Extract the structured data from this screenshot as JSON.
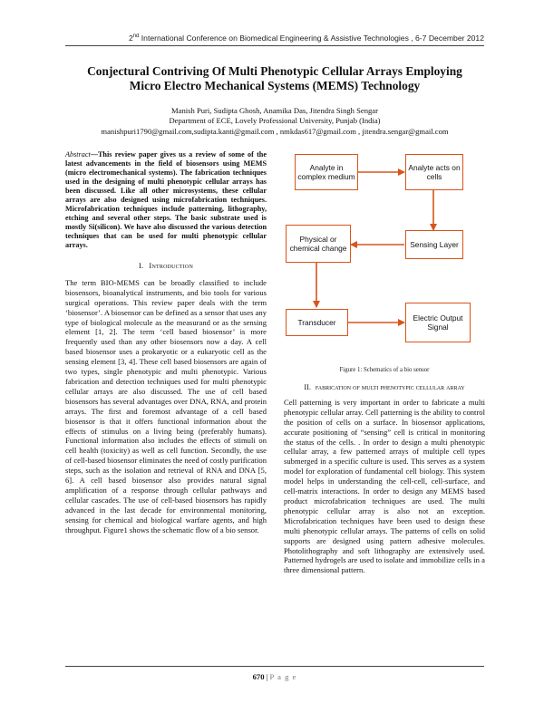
{
  "header": {
    "ordinal": "2",
    "ordinal_suffix": "nd",
    "text": " International Conference on Biomedical Engineering & Assistive Technologies , 6-7 December 2012"
  },
  "title": {
    "line1": "Conjectural Contriving Of Multi Phenotypic Cellular Arrays Employing",
    "line2": "Micro Electro Mechanical Systems (MEMS) Technology"
  },
  "authors": "Manish Puri, Sudipta Ghosh, Anamika Das, Jitendra Singh Sengar",
  "affiliation": "Department of ECE, Lovely Professional University, Punjab (India)",
  "emails": "manishpuri1790@gmail.com,sudipta.kanti@gmail.com , nmkdas617@gmail.com , jitendra.sengar@gmail.com",
  "abstract": {
    "lead": "Abstract",
    "text": "—This review paper gives us a review of some of the latest advancements in the field of biosensors using MEMS (micro electromechanical systems). The fabrication techniques used in the designing of multi phenotypic cellular arrays has been discussed. Like all other microsystems, these cellular arrays are also designed using microfabrication techniques. Microfabrication techniques include patterning, lithography, etching and several other steps. The basic substrate used is mostly Si(silicon). We have also discussed the various detection techniques that can be used for multi phenotypic cellular arrays."
  },
  "section1": {
    "num": "I.",
    "title": "Introduction",
    "text": "The term BIO-MEMS can be broadly classified to include biosensors, bioanalytical instruments, and bio tools for various surgical operations. This review paper deals with the term ‘biosensor’. A biosensor can be defined as a sensor that uses any type of biological molecule as the measurand or as the sensing element [1, 2]. The term ‘cell based biosensor’ is more frequently used than any other biosensors now a day. A cell based biosensor uses a prokaryotic or a eukaryotic cell as the sensing element [3, 4]. These cell based biosensors are again of two types, single phenotypic and multi phenotypic. Various fabrication and detection techniques used for multi phenotypic cellular arrays are also discussed. The use of cell based biosensors has several advantages over DNA, RNA, and protein arrays. The first and foremost advantage of a cell based biosensor is that it offers functional information about the effects of stimulus on a living being (preferably humans). Functional information also includes the effects of stimuli on cell health (toxicity) as well as cell function. Secondly, the use of cell-based biosensor eliminates the need of costly purification steps, such as the isolation and retrieval of RNA and DNA [5, 6]. A cell based biosensor also provides natural signal amplification of a response through cellular pathways and cellular cascades. The use of cell-based biosensors has rapidly advanced in the last decade for environmental monitoring, sensing for chemical and biological warfare agents, and high throughput. Figure1 shows the schematic flow of a bio sensor."
  },
  "figure": {
    "boxes": {
      "analyte_complex": "Analyte in complex medium",
      "analyte_acts": "Analyte acts on cells",
      "physical_change": "Physical or chemical change",
      "sensing_layer": "Sensing Layer",
      "transducer": "Transducer",
      "electric_output": "Electric Output Signal"
    },
    "caption": "Figure 1: Schematics of a bio sensor",
    "accent_color": "#d9541b"
  },
  "section2": {
    "num": "II.",
    "title": "Fabrication of multi phenotypic cellular array",
    "text": "Cell patterning is very important in order to fabricate a multi phenotypic cellular array. Cell patterning is the ability to control the position of cells on a surface. In biosensor applications, accurate positioning of “sensing” cell is critical in monitoring the status of the cells. . In order to design a multi phenotypic cellular array, a few patterned arrays of multiple cell types submerged in a specific culture is used. This serves as a system model for exploration of fundamental cell biology. This system model helps in understanding the cell-cell, cell-surface, and cell-matrix interactions. In order to design any MEMS based product microfabrication techniques are used. The multi phenotypic cellular array is also not an exception. Microfabrication techniques have been used to design these multi phenotypic cellular arrays. The patterns of cells on solid supports are designed using pattern adhesive molecules. Photolithography and soft lithography are extensively used. Patterned hydrogels are used to isolate and immobilize cells in a three dimensional pattern."
  },
  "footer": {
    "page_number": "670",
    "separator": " | ",
    "page_word": "P a g e"
  }
}
